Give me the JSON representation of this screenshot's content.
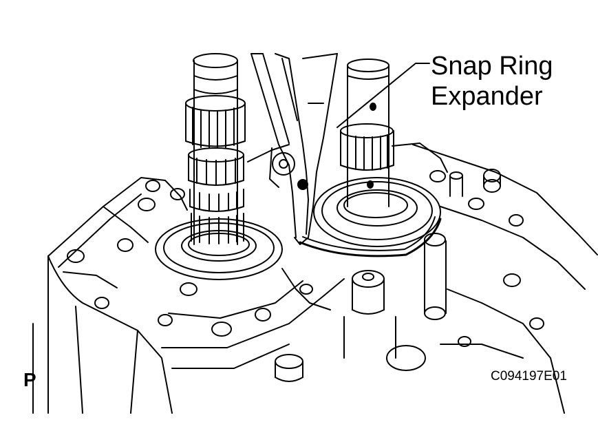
{
  "callout": {
    "line1": "Snap Ring",
    "line2": "Expander"
  },
  "view_letter": "P",
  "figure_code": "C094197E01",
  "colors": {
    "ink": "#000000",
    "paper": "#ffffff"
  }
}
